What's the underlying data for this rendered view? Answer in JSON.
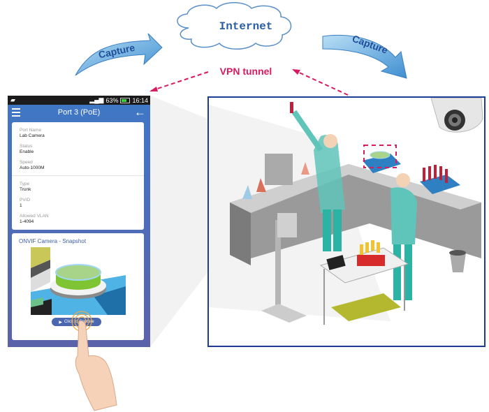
{
  "diagram": {
    "cloud_label": "Internet",
    "left_arrow_label": "Capture",
    "right_arrow_label": "Capture",
    "tunnel_label": "VPN tunnel",
    "colors": {
      "arrow_blue": "#4a9ad8",
      "tunnel_red": "#d81b60",
      "cloud_text": "#2a5fa5",
      "frame_blue": "#1c3d95"
    }
  },
  "phone": {
    "status_bar": {
      "left_icon": "image-icon",
      "signal_icon": "signal-icon",
      "battery_percent": "63%",
      "battery_icon": "battery-icon",
      "time": "16:14"
    },
    "app_bar": {
      "menu_icon": "hamburger-menu-icon",
      "title": "Port 3 (PoE)",
      "back_icon": "back-arrow-icon"
    },
    "port_info": {
      "fields": [
        {
          "label": "Port Name",
          "value": "Lab Camera"
        },
        {
          "label": "Status",
          "value": "Enable"
        },
        {
          "label": "Speed",
          "value": "Auto-1000M"
        },
        {
          "label": "Type",
          "value": "Trunk"
        },
        {
          "label": "PVID",
          "value": "1"
        },
        {
          "label": "Allowed VLAN",
          "value": "1-4094"
        }
      ]
    },
    "snapshot": {
      "title": "ONVIF Camera - Snapshot",
      "button_label": "Click to Capture",
      "button_icon": "camera-icon"
    }
  },
  "scene": {
    "description": "Laboratory monitored by dome IP camera",
    "camera_icon": "dome-camera-icon"
  }
}
